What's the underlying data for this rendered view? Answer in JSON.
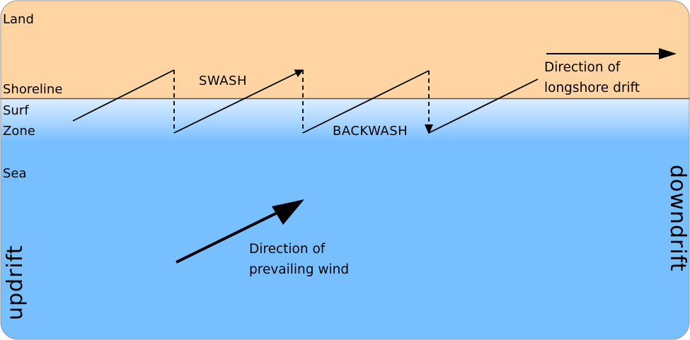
{
  "zones": {
    "land": "Land",
    "shoreline": "Shoreline",
    "surf_zone": [
      "Surf",
      "Zone"
    ],
    "sea": "Sea"
  },
  "labels": {
    "swash": "SWASH",
    "backwash": "BACKWASH",
    "longshore_drift": [
      "Direction of",
      "longshore drift"
    ],
    "prevailing_wind": [
      "Direction of",
      "prevailing wind"
    ],
    "updrift": "updrift",
    "downdrift": "downdrift"
  },
  "colors": {
    "land": "#fed4a2",
    "sea": "#78bfff",
    "surf_top": "#d8ecff",
    "shoreline": "#555555",
    "ink": "#000000"
  }
}
